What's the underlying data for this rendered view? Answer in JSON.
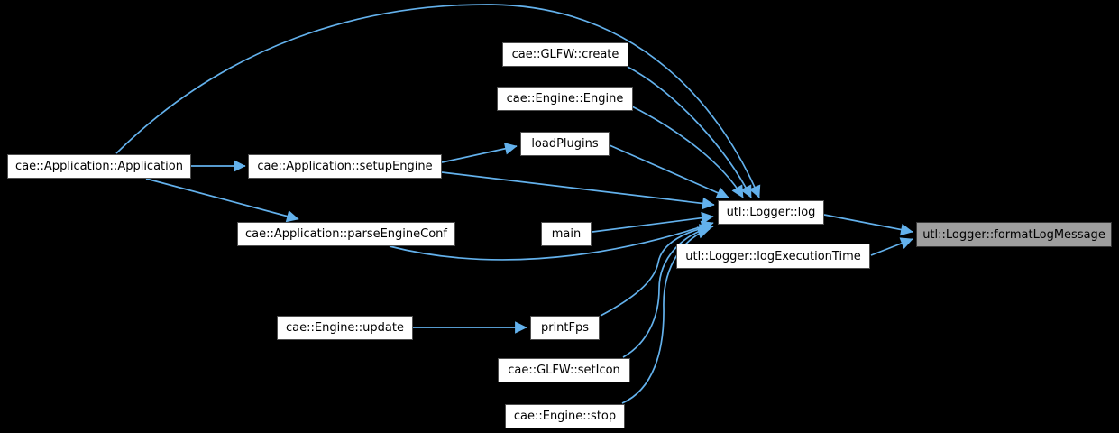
{
  "colors": {
    "background": "#000000",
    "edge": "#63b1ec",
    "node_fill": "#ffffff",
    "node_border": "#4f4f4f",
    "node_text": "#000000",
    "highlight_fill": "#9e9e9e",
    "highlight_border": "#383838"
  },
  "nodes": {
    "app": {
      "label": "cae::Application::Application",
      "highlighted": false
    },
    "setup_engine": {
      "label": "cae::Application::setupEngine",
      "highlighted": false
    },
    "parse_engine_conf": {
      "label": "cae::Application::parseEngineConf",
      "highlighted": false
    },
    "glfw_create": {
      "label": "cae::GLFW::create",
      "highlighted": false
    },
    "engine_engine": {
      "label": "cae::Engine::Engine",
      "highlighted": false
    },
    "load_plugins": {
      "label": "loadPlugins",
      "highlighted": false
    },
    "main": {
      "label": "main",
      "highlighted": false
    },
    "log": {
      "label": "utl::Logger::log",
      "highlighted": false
    },
    "log_execution_time": {
      "label": "utl::Logger::logExecutionTime",
      "highlighted": false
    },
    "format_log_message": {
      "label": "utl::Logger::formatLogMessage",
      "highlighted": true
    },
    "engine_update": {
      "label": "cae::Engine::update",
      "highlighted": false
    },
    "print_fps": {
      "label": "printFps",
      "highlighted": false
    },
    "glfw_set_icon": {
      "label": "cae::GLFW::setIcon",
      "highlighted": false
    },
    "engine_stop": {
      "label": "cae::Engine::stop",
      "highlighted": false
    }
  },
  "edges": [
    {
      "from": "cae::Application::Application",
      "to": "cae::Application::setupEngine"
    },
    {
      "from": "cae::Application::Application",
      "to": "cae::Application::parseEngineConf"
    },
    {
      "from": "cae::Application::Application",
      "to": "utl::Logger::log"
    },
    {
      "from": "cae::Application::setupEngine",
      "to": "loadPlugins"
    },
    {
      "from": "cae::Application::setupEngine",
      "to": "utl::Logger::log"
    },
    {
      "from": "cae::Application::parseEngineConf",
      "to": "utl::Logger::log"
    },
    {
      "from": "loadPlugins",
      "to": "utl::Logger::log"
    },
    {
      "from": "cae::GLFW::create",
      "to": "utl::Logger::log"
    },
    {
      "from": "cae::Engine::Engine",
      "to": "utl::Logger::log"
    },
    {
      "from": "main",
      "to": "utl::Logger::log"
    },
    {
      "from": "printFps",
      "to": "utl::Logger::log"
    },
    {
      "from": "cae::GLFW::setIcon",
      "to": "utl::Logger::log"
    },
    {
      "from": "cae::Engine::stop",
      "to": "utl::Logger::log"
    },
    {
      "from": "utl::Logger::log",
      "to": "utl::Logger::formatLogMessage"
    },
    {
      "from": "utl::Logger::logExecutionTime",
      "to": "utl::Logger::formatLogMessage"
    },
    {
      "from": "cae::Engine::update",
      "to": "printFps"
    }
  ]
}
